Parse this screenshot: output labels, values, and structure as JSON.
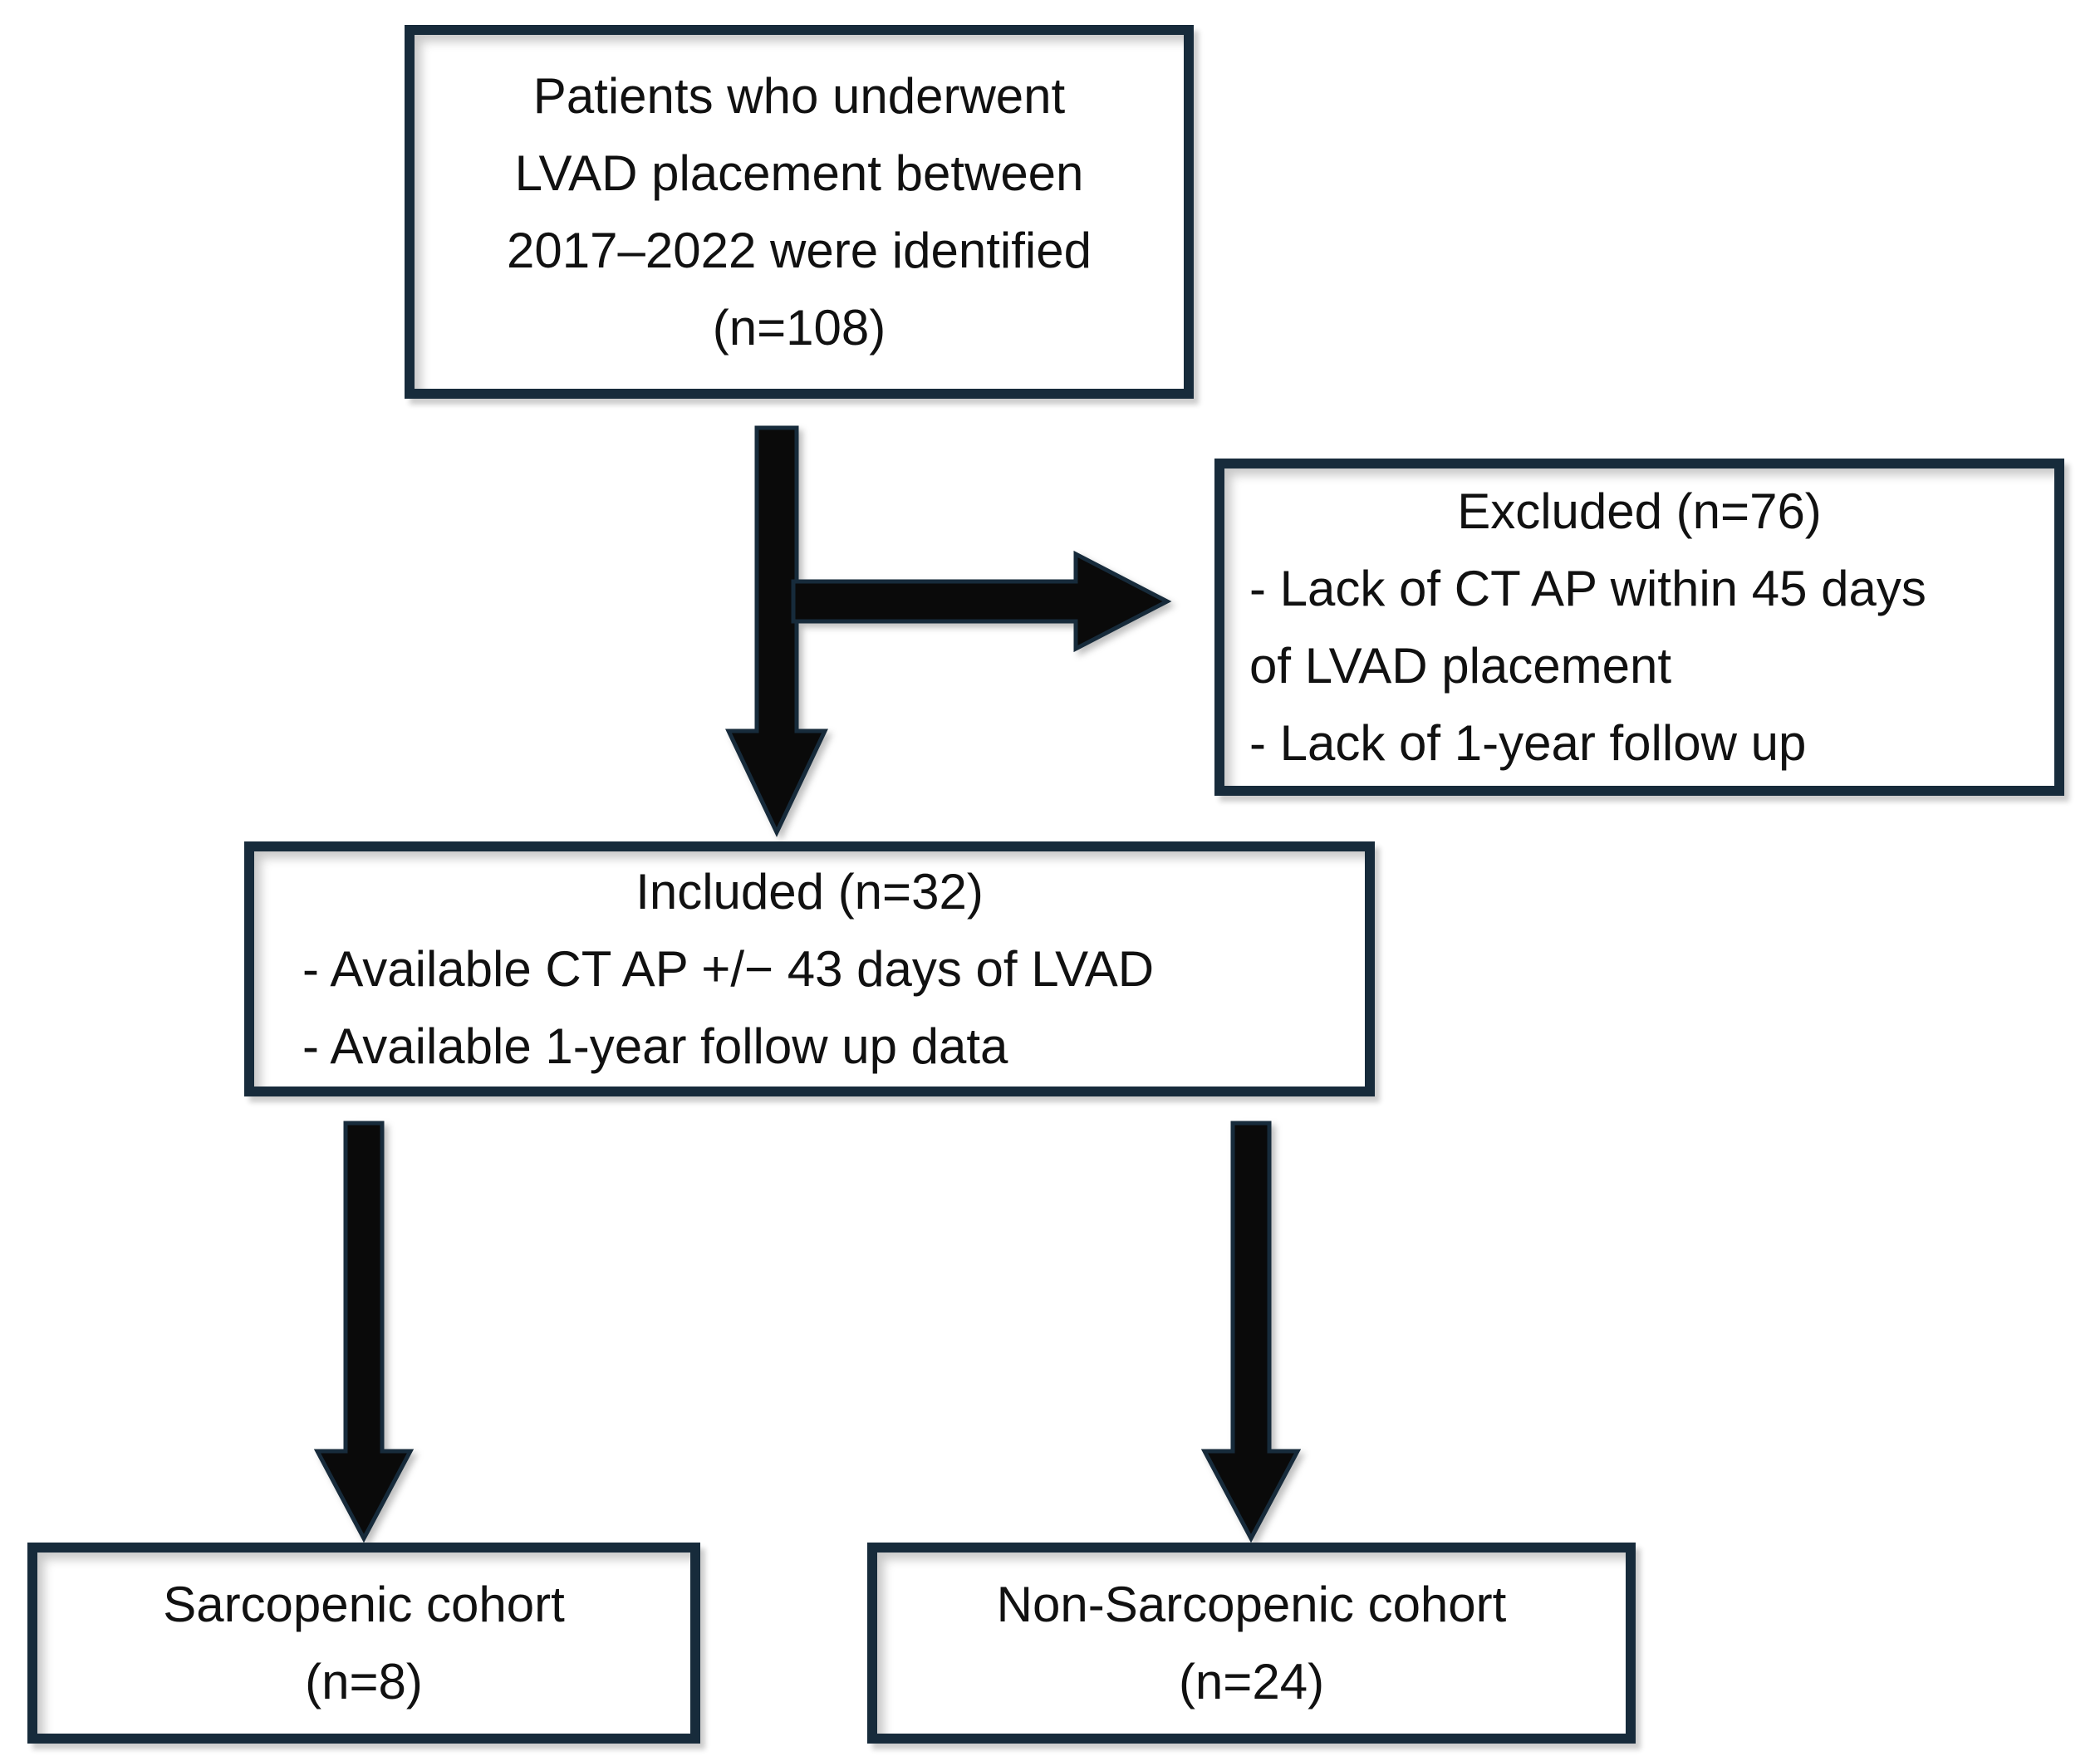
{
  "figure": {
    "type": "flowchart",
    "title": "LVAD sarcopenia study patient selection flow diagram",
    "colors": {
      "box-border": "#172b3b",
      "box-fill": "#ffffff",
      "arrow-fill": "#0a0a0a",
      "text": "#111111",
      "page-bg": "#ffffff"
    }
  },
  "boxes": {
    "identified": {
      "n": 108,
      "lines": [
        "Patients who underwent",
        "LVAD placement between",
        "2017–2022 were identified",
        "(n=108)"
      ]
    },
    "excluded": {
      "n": 76,
      "lines": [
        "Excluded (n=76)",
        "- Lack of CT AP within 45 days",
        "of LVAD placement",
        "- Lack of 1-year follow up"
      ]
    },
    "included": {
      "n": 32,
      "lines": [
        "Included (n=32)",
        "- Available CT AP +/− 43 days of LVAD",
        "- Available 1-year follow up data"
      ]
    },
    "sarcopenic": {
      "n": 8,
      "lines": [
        "Sarcopenic cohort",
        "(n=8)"
      ]
    },
    "non_sarcopenic": {
      "n": 24,
      "lines": [
        "Non-Sarcopenic cohort",
        "(n=24)"
      ]
    }
  }
}
